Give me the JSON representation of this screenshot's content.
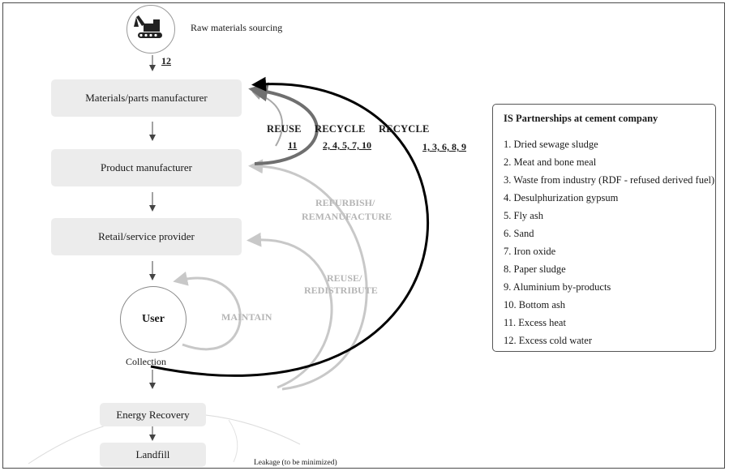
{
  "raw_materials": "Raw materials sourcing",
  "flow_code_12": "12",
  "boxes": {
    "materials": "Materials/parts manufacturer",
    "product": "Product manufacturer",
    "retail": "Retail/service provider",
    "user": "User",
    "energy": "Energy Recovery",
    "landfill": "Landfill"
  },
  "collection": "Collection",
  "leakage": "Leakage (to be minimized)",
  "loops": {
    "reuse": "REUSE",
    "reuse_codes": "11",
    "recycle_inner": "RECYCLE",
    "recycle_inner_codes": "2, 4, 5, 7, 10",
    "recycle_outer": "RECYCLE",
    "recycle_outer_codes": "1, 3, 6, 8, 9",
    "refurbish_line1": "REFURBISH/",
    "refurbish_line2": "REMANUFACTURE",
    "redistribute_line1": "REUSE/",
    "redistribute_line2": "REDISTRIBUTE",
    "maintain": "MAINTAIN"
  },
  "legend": {
    "title": "IS Partnerships at cement company",
    "items": [
      "1. Dried sewage sludge",
      "2. Meat and bone meal",
      "3. Waste from industry (RDF - refused derived fuel)",
      "4. Desulphurization gypsum",
      "5. Fly ash",
      "6. Sand",
      "7. Iron oxide",
      "8. Paper sludge",
      "9. Aluminium by-products",
      "10. Bottom ash",
      "11. Excess heat",
      "12. Excess cold water"
    ]
  },
  "colors": {
    "box_fill": "#ececec",
    "loop_black": "#000000",
    "loop_dark": "#666666",
    "loop_mid": "#9a9a9a",
    "loop_light": "#c8c8c8"
  },
  "icons": [
    "excavator-icon"
  ]
}
